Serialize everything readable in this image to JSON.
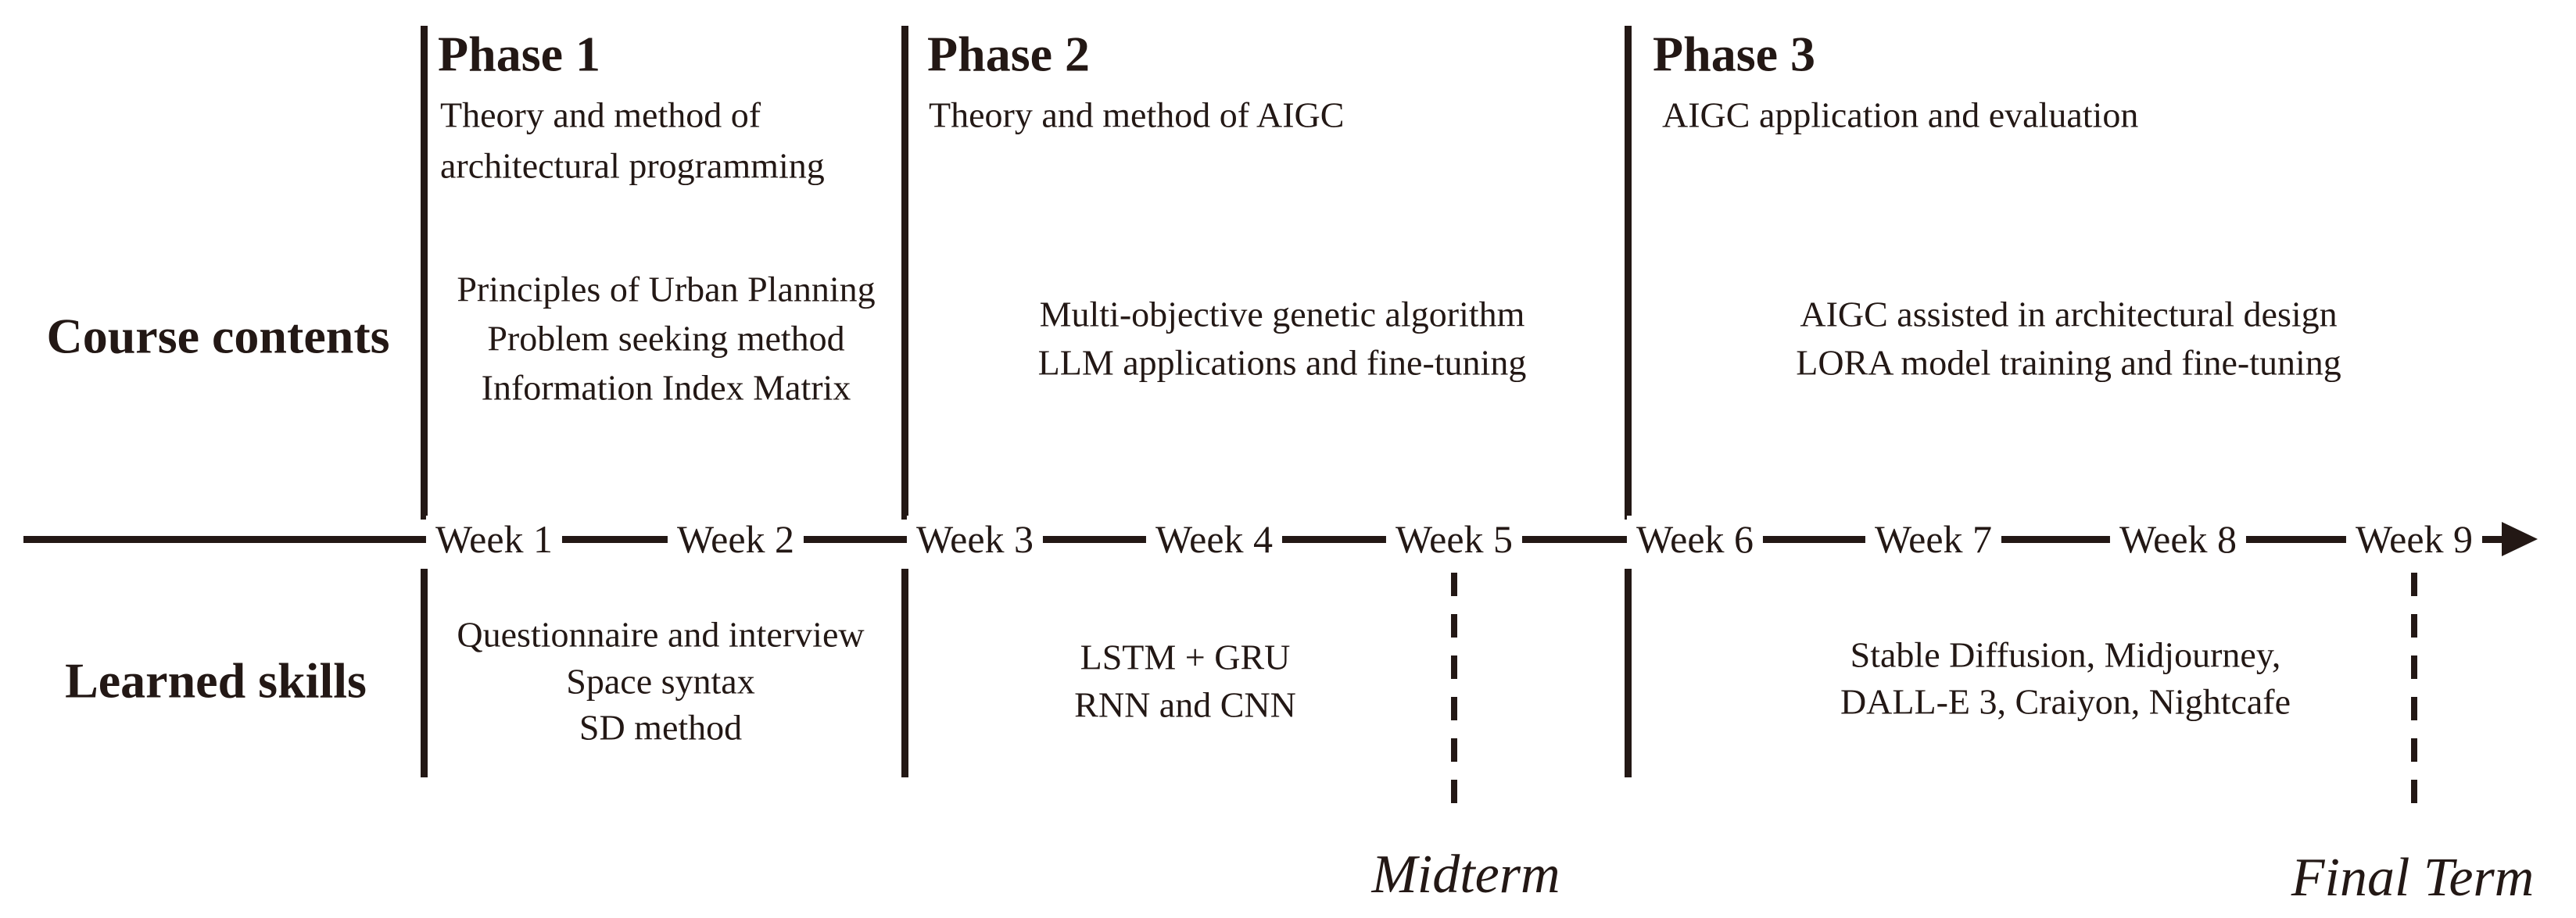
{
  "figure": {
    "colors": {
      "ink": "#231815"
    },
    "row_labels": {
      "course_contents": "Course contents",
      "learned_skills": "Learned skills"
    },
    "phases": [
      {
        "title": "Phase 1",
        "subtitle_lines": [
          "Theory and method of",
          "architectural programming"
        ],
        "content_lines": [
          "Principles of Urban Planning",
          "Problem seeking method",
          "Information Index Matrix"
        ],
        "skill_lines": [
          "Questionnaire and interview",
          "Space syntax",
          "SD method"
        ]
      },
      {
        "title": "Phase 2",
        "subtitle_lines": [
          "Theory and method of AIGC"
        ],
        "content_lines": [
          "Multi-objective genetic algorithm",
          "LLM applications and fine-tuning"
        ],
        "skill_lines": [
          "LSTM + GRU",
          "RNN and CNN"
        ]
      },
      {
        "title": "Phase 3",
        "subtitle_lines": [
          "AIGC application and evaluation"
        ],
        "content_lines": [
          "AIGC assisted in architectural design",
          "LORA model training and fine-tuning"
        ],
        "skill_lines": [
          "Stable Diffusion, Midjourney,",
          "DALL-E 3, Craiyon, Nightcafe"
        ]
      }
    ],
    "timeline": {
      "weeks": [
        "Week 1",
        "Week 2",
        "Week 3",
        "Week 4",
        "Week 5",
        "Week 6",
        "Week 7",
        "Week 8",
        "Week 9"
      ]
    },
    "milestones": [
      {
        "label": "Midterm"
      },
      {
        "label": "Final Term"
      }
    ]
  }
}
